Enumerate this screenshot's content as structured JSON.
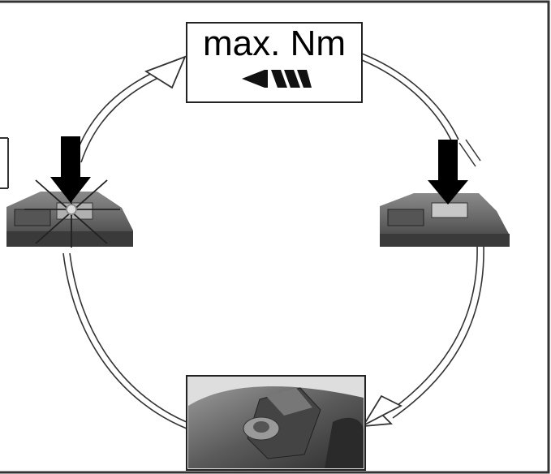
{
  "mode_box": {
    "label": "max. Nm",
    "indicator": "speed-bars-indicator"
  },
  "icons": {
    "press": "down-arrow-icon",
    "flash": "flash-burst-icon",
    "cycle": "cycle-arrow-icon"
  },
  "panels": {
    "left": "button-pressed-photo",
    "right": "button-panel-photo",
    "bottom": "tool-head-photo"
  },
  "colors": {
    "frame": "#333333",
    "panel_dark": "#4a4a4a",
    "panel_light": "#a8a8a8",
    "arrow": "#000000"
  }
}
